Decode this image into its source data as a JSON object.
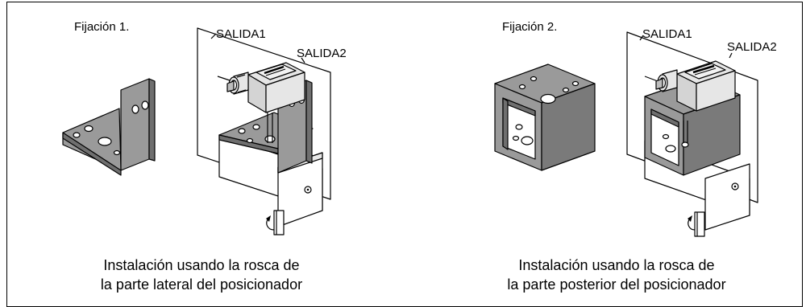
{
  "left": {
    "fixture_label": "Fijación 1.",
    "output1": "SALIDA1",
    "output2": "SALIDA2",
    "caption_line1": "Instalación usando la rosca de",
    "caption_line2": "la parte lateral del posicionador"
  },
  "right": {
    "fixture_label": "Fijación 2.",
    "output1": "SALIDA1",
    "output2": "SALIDA2",
    "caption_line1": "Instalación usando la rosca de",
    "caption_line2": "la parte posterior del posicionador"
  },
  "colors": {
    "bracket_fill": "#9a9a9a",
    "bracket_dark": "#6f6f6f",
    "device_fill": "#d9d9d9",
    "line": "#000000"
  }
}
